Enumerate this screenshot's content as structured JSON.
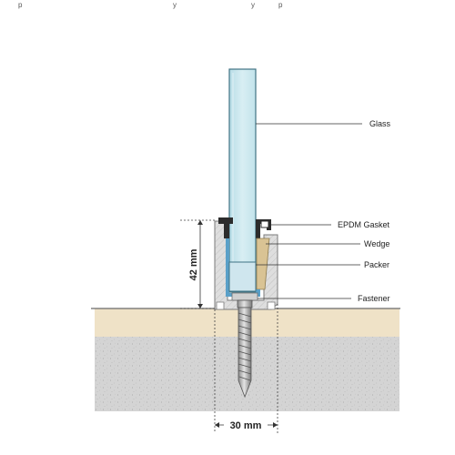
{
  "top_text": {
    "left": "p",
    "mid": "y",
    "accent": "y",
    "right": "p"
  },
  "labels": {
    "glass": "Glass",
    "gasket": "EPDM Gasket",
    "wedge": "Wedge",
    "packer": "Packer",
    "fastener": "Fastener"
  },
  "dimensions": {
    "height": "42 mm",
    "width": "30 mm"
  },
  "colors": {
    "glass": "#cbe7ee",
    "glass_edge": "#3f7384",
    "wedge": "#d9c394",
    "gasket": "#2c2c2c",
    "channel": "#d8d8d8",
    "ground_top": "#efe2c7",
    "ground_bottom": "#cfcfcf",
    "accent_text": "#1f78b4"
  }
}
